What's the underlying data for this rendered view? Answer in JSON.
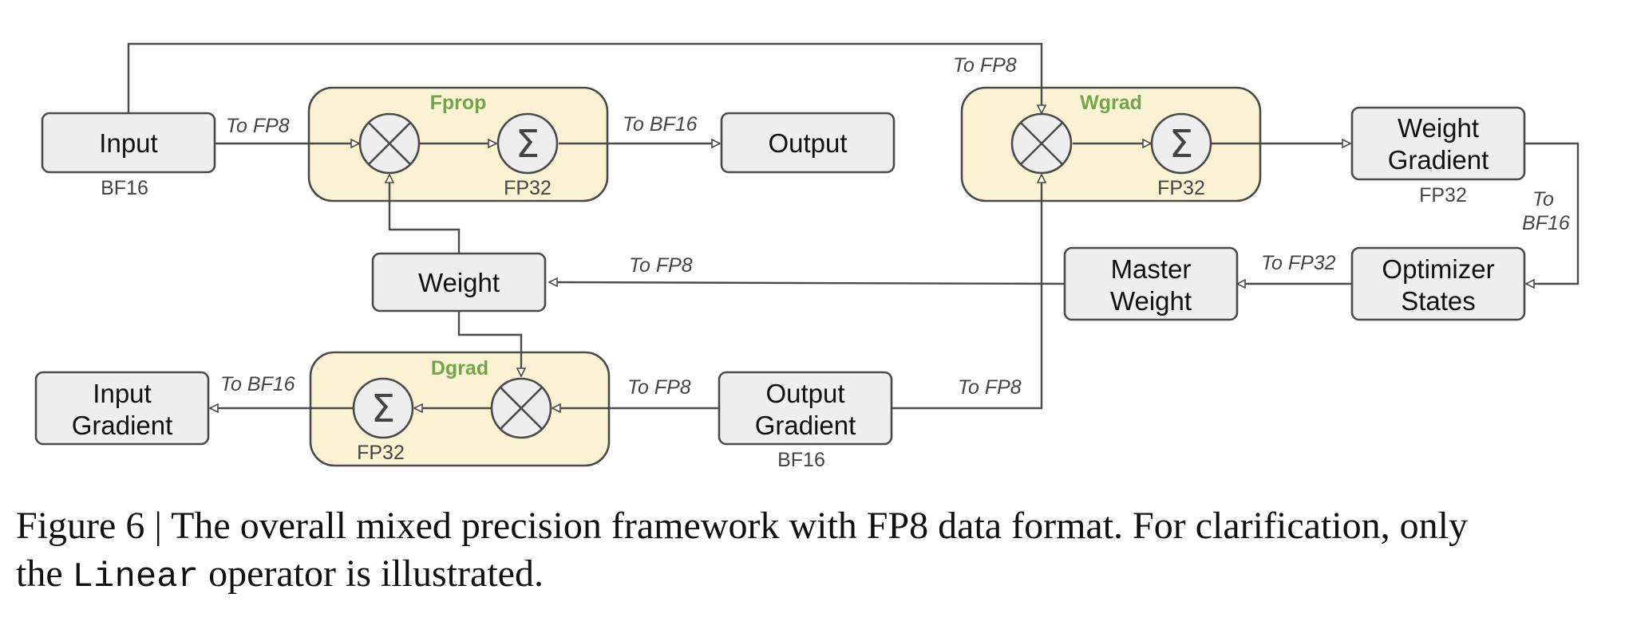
{
  "diagram": {
    "boxes": {
      "input": {
        "line1": "Input",
        "line2": ""
      },
      "output": {
        "line1": "Output",
        "line2": ""
      },
      "weight": {
        "line1": "Weight",
        "line2": ""
      },
      "weight_gradient": {
        "line1": "Weight",
        "line2": "Gradient"
      },
      "master_weight": {
        "line1": "Master",
        "line2": "Weight"
      },
      "optimizer_states": {
        "line1": "Optimizer",
        "line2": "States"
      },
      "input_gradient": {
        "line1": "Input",
        "line2": "Gradient"
      },
      "output_gradient": {
        "line1": "Output",
        "line2": "Gradient"
      }
    },
    "groups": {
      "fprop": "Fprop",
      "wgrad": "Wgrad",
      "dgrad": "Dgrad"
    },
    "operators": {
      "sum_symbol": "Σ"
    },
    "precision_labels": {
      "input": "BF16",
      "fprop_sum": "FP32",
      "wgrad_sum": "FP32",
      "weight_gradient": "FP32",
      "dgrad_sum": "FP32",
      "output_gradient": "BF16"
    },
    "edge_labels": {
      "input_to_fprop": "To FP8",
      "fprop_to_output": "To BF16",
      "input_to_wgrad": "To FP8",
      "wgrad_to_optimizer_line1": "To",
      "wgrad_to_optimizer_line2": "BF16",
      "optimizer_to_master": "To FP32",
      "master_to_weight": "To FP8",
      "dgrad_to_input_gradient": "To BF16",
      "output_gradient_to_dgrad": "To FP8",
      "output_gradient_to_wgrad": "To FP8"
    }
  },
  "caption": {
    "main": "Figure 6 | The overall mixed precision framework with FP8 data format. For clarification, only",
    "line2_prefix": "the ",
    "code_word": "Linear",
    "line2_suffix": " operator is illustrated."
  }
}
